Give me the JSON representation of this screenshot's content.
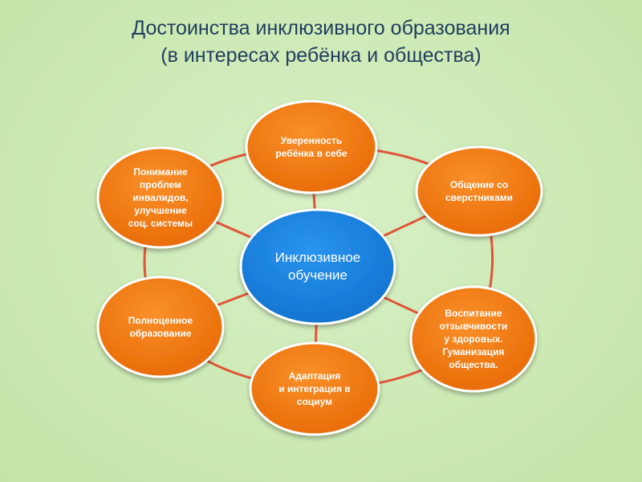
{
  "title": {
    "line1": "Достоинства инклюзивного образования",
    "line2": "(в интересах ребёнка и общества)"
  },
  "colors": {
    "background": "#cdeab5",
    "title": "#1f3d5f",
    "node_fill": "#f07a0f",
    "node_stroke": "#ffffff",
    "center_fill": "#1783e0",
    "connector": "#e0553a"
  },
  "center": {
    "label": "Инклюзивное\nобучение"
  },
  "nodes": [
    {
      "label": "Уверенность\nребёнка в себе"
    },
    {
      "label": "Общение со\nсверстниками"
    },
    {
      "label": "Воспитание\nотзывчивости\nу здоровых.\nГуманизация\nобщества."
    },
    {
      "label": "Адаптация\nи интеграция в\nсоциум"
    },
    {
      "label": "Полноценное\nобразование"
    },
    {
      "label": "Понимание\nпроблем\nинвалидов,\nулучшение\nсоц. системы"
    }
  ]
}
